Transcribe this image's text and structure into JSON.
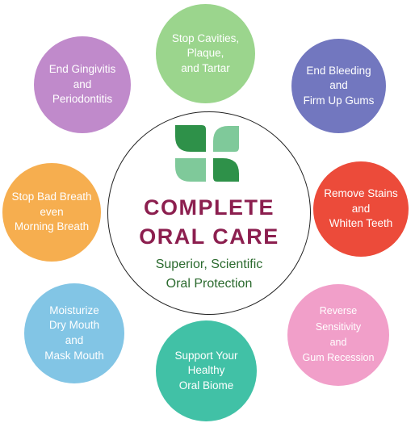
{
  "center": {
    "title_line1": "COMPLETE",
    "title_line2": "ORAL CARE",
    "tagline_line1": "Superior, Scientific",
    "tagline_line2": "Oral Protection",
    "logo_icon": "four-leaf-clover-icon",
    "title_color": "#8c1f4f",
    "tagline_color": "#2b6a2e",
    "logo_colors": [
      "#2e9149",
      "#7fc99a"
    ]
  },
  "benefits": [
    {
      "text": "Stop Cavities,\nPlaque,\nand Tartar",
      "color": "#9bd58d"
    },
    {
      "text": "End Bleeding\nand\nFirm Up Gums",
      "color": "#7277bf"
    },
    {
      "text": "Remove Stains\nand\nWhiten Teeth",
      "color": "#ec4b3a"
    },
    {
      "text": "Reverse Sensitivity\nand\nGum Recession",
      "color": "#f19fc9"
    },
    {
      "text": "Support Your\nHealthy\nOral Biome",
      "color": "#41c1a6"
    },
    {
      "text": "Moisturize\nDry Mouth\nand\nMask Mouth",
      "color": "#82c5e5"
    },
    {
      "text": "Stop Bad Breath\neven\nMorning Breath",
      "color": "#f6ae4f"
    },
    {
      "text": "End Gingivitis\nand\nPeriodontitis",
      "color": "#c08acb"
    }
  ]
}
